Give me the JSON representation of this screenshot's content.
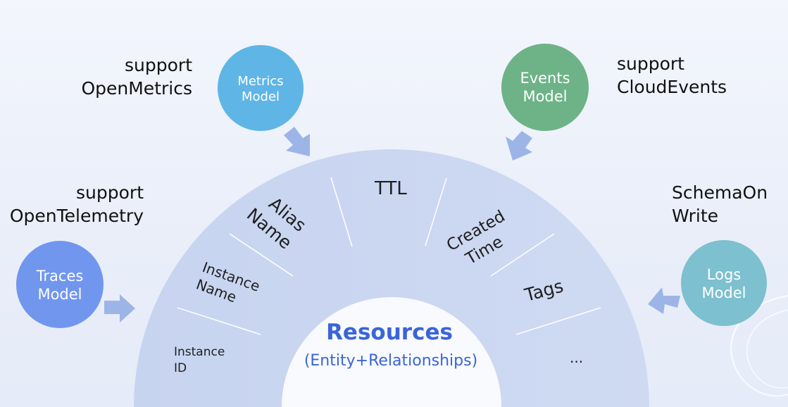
{
  "models": [
    {
      "id": "metrics",
      "line1": "Metrics",
      "line2": "Model",
      "color": "#5fb5e6",
      "support": [
        "support",
        "OpenMetrics"
      ]
    },
    {
      "id": "events",
      "line1": "Events",
      "line2": "Model",
      "color": "#6db387",
      "support": [
        "support",
        "CloudEvents"
      ]
    },
    {
      "id": "traces",
      "line1": "Traces",
      "line2": "Model",
      "color": "#7196ee",
      "support": [
        "support",
        "OpenTelemetry"
      ]
    },
    {
      "id": "logs",
      "line1": "Logs",
      "line2": "Model",
      "color": "#7dc0cf",
      "support": [
        "SchemaOn",
        "Write"
      ]
    }
  ],
  "segments": {
    "instance_id": [
      "Instance",
      "ID"
    ],
    "instance_name": [
      "Instance",
      "Name"
    ],
    "alias_name": [
      "Alias",
      "Name"
    ],
    "ttl": [
      "TTL"
    ],
    "created_time": [
      "Created",
      "Time"
    ],
    "tags": [
      "Tags"
    ],
    "more": [
      "..."
    ]
  },
  "center": {
    "title": "Resources",
    "subtitle": "(Entity+Relationships)"
  },
  "colors": {
    "arc": "#c9d6f0",
    "arrow": "#9db5e6",
    "title": "#3a64d8"
  }
}
